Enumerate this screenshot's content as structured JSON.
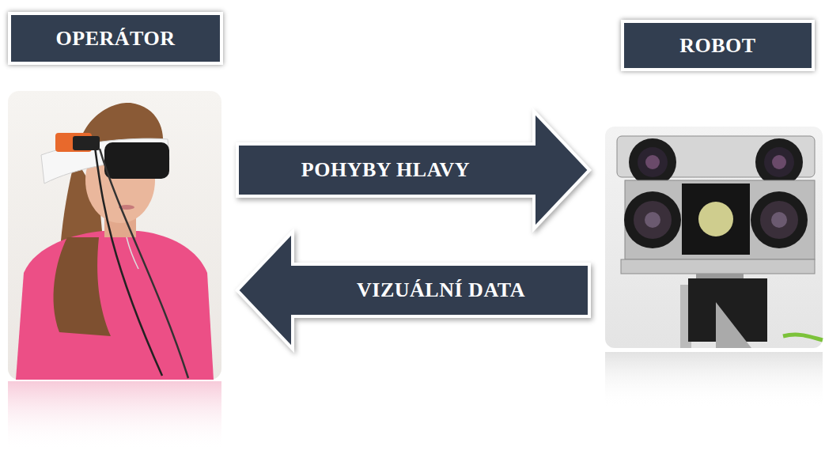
{
  "diagram": {
    "nodes": [
      {
        "text": [
          "OPERÁTOR"
        ]
      },
      {
        "text": [
          "ROBOT"
        ]
      }
    ],
    "edges": [
      {
        "from": 0,
        "to": 1,
        "arrow": "to",
        "label": "POHYBY HLAVY"
      },
      {
        "from": 1,
        "to": 0,
        "arrow": "to",
        "label": "VIZUÁLNÍ DATA"
      }
    ]
  }
}
